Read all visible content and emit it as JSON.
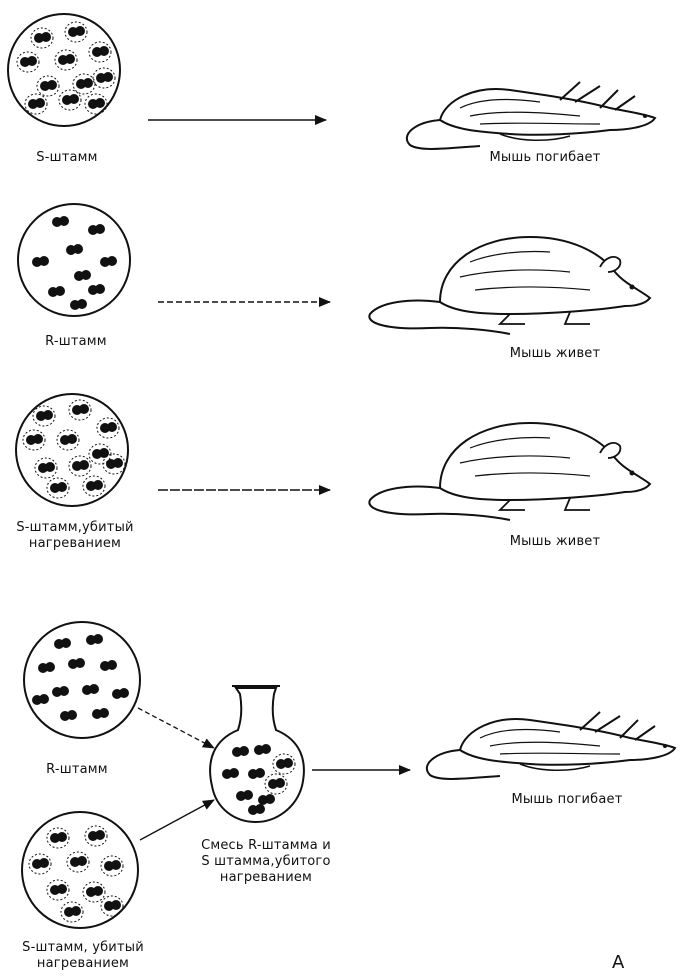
{
  "experiments": [
    {
      "strain_label": "S-штамм",
      "outcome": "Мышь погибает"
    },
    {
      "strain_label": "R-штамм",
      "outcome": "Мышь живет"
    },
    {
      "strain_label": "S-штамм,убитый нагреванием",
      "outcome": "Мышь живет"
    }
  ],
  "mixture_experiment": {
    "strain_r_label": "R-штамм",
    "strain_s_killed_label": "S-штамм, убитый нагреванием",
    "flask_label": "Смесь R-штамма и S штамма,убитого нагреванием",
    "outcome": "Мышь погибает"
  },
  "figure_letter": "А",
  "colors": {
    "ink": "#111111",
    "background": "#ffffff"
  }
}
